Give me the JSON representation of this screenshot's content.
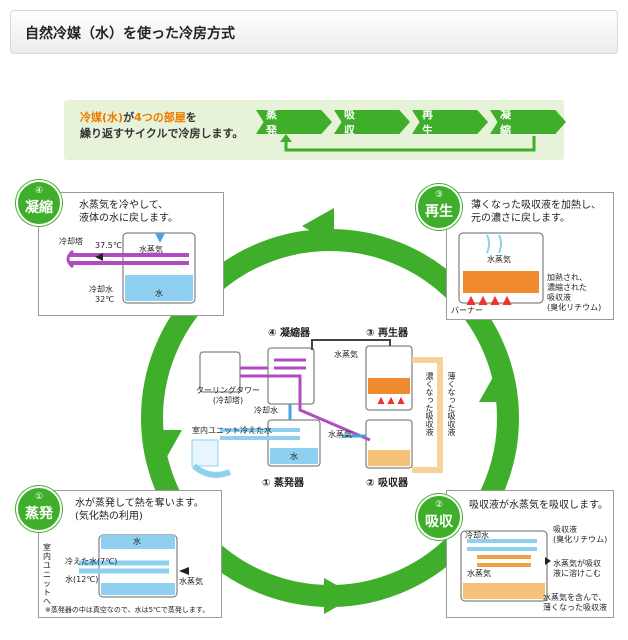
{
  "header": {
    "title": "自然冷媒（水）を使った冷房方式"
  },
  "intro": {
    "line1_prefix": "冷媒(水)",
    "line1_mid": "が",
    "line1_highlight": "4つの部屋",
    "line1_suffix": "を",
    "line2": "繰り返すサイクルで冷房します。",
    "steps": [
      "蒸 発",
      "吸 収",
      "再 生",
      "凝 縮"
    ]
  },
  "panels": {
    "condense": {
      "num": "④",
      "title": "凝縮",
      "desc": [
        "水蒸気を冷やして、",
        "液体の水に戻します。"
      ],
      "labels": {
        "tower": "冷却塔",
        "temp_hot": "37.5℃",
        "steam": "水蒸気",
        "coolwater": "冷却水",
        "temp_cool": "32℃",
        "water": "水"
      }
    },
    "regen": {
      "num": "③",
      "title": "再生",
      "desc": [
        "薄くなった吸収液を加熱し、",
        "元の濃さに戻します。"
      ],
      "labels": {
        "steam": "水蒸気",
        "heated": [
          "加熱され、",
          "濃縮された",
          "吸収液",
          "(臭化リチウム)"
        ],
        "burner": "バーナー"
      }
    },
    "evap": {
      "num": "①",
      "title": "蒸発",
      "desc": [
        "水が蒸発して熱を奪います。",
        "(気化熱の利用)"
      ],
      "labels": {
        "indoor": [
          "室",
          "内",
          "ユ",
          "ニ",
          "ッ",
          "ト",
          "へ"
        ],
        "chilled": "冷えた水(7℃)",
        "water12": "水(12℃)",
        "water": "水",
        "steam": "水蒸気",
        "note": "※蒸発器の中は真空なので、水は5℃で蒸発します。"
      }
    },
    "absorb": {
      "num": "②",
      "title": "吸収",
      "desc": [
        "吸収液が水蒸気を吸収します。"
      ],
      "labels": {
        "coolwater": "冷却水",
        "liquid": [
          "吸収液",
          "(臭化リチウム)"
        ],
        "steam": "水蒸気",
        "absorbed": [
          "水蒸気が吸収",
          "液に溶けこむ"
        ],
        "diluted": [
          "水蒸気を含んで、",
          "薄くなった吸収液"
        ]
      }
    }
  },
  "center": {
    "condenser": "④ 凝縮器",
    "regenerator": "③ 再生器",
    "evaporator": "① 蒸発器",
    "absorber": "② 吸収器",
    "tower": [
      "クーリングタワー",
      "(冷却塔)"
    ],
    "coolwater": "冷却水",
    "steam1": "水蒸気",
    "steam2": "水蒸気",
    "indoor": "室内ユニット",
    "chilled": "冷えた水",
    "water": "水",
    "diluted": "薄くなった吸収液",
    "concentrated": "濃くなった吸収液"
  }
}
